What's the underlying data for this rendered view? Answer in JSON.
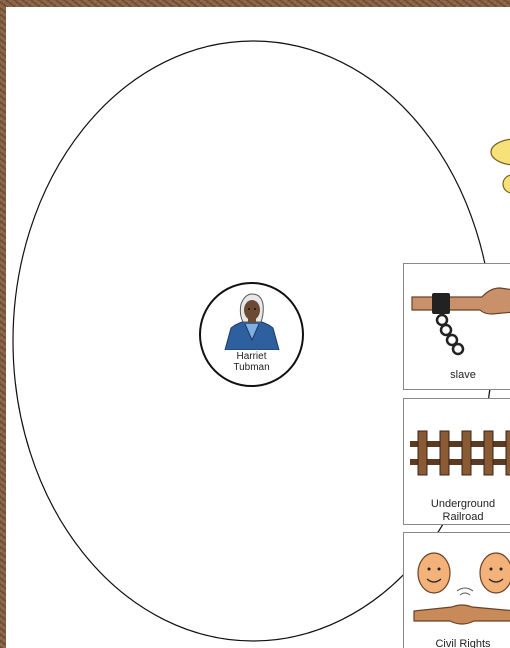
{
  "center": {
    "label_line1": "Harriet",
    "label_line2": "Tubman",
    "image": "harriet-tubman-portrait"
  },
  "cards": [
    {
      "label": "slave",
      "icon": "shackled-arm-icon"
    },
    {
      "label_line1": "Underground",
      "label_line2": "Railroad",
      "icon": "railroad-track-icon"
    },
    {
      "label": "Civil Rights",
      "icon": "handshake-icon"
    }
  ],
  "colors": {
    "frame": "#8a6448",
    "thought_bubble": "#f7e27a",
    "portrait_coat": "#2e5f9e"
  }
}
